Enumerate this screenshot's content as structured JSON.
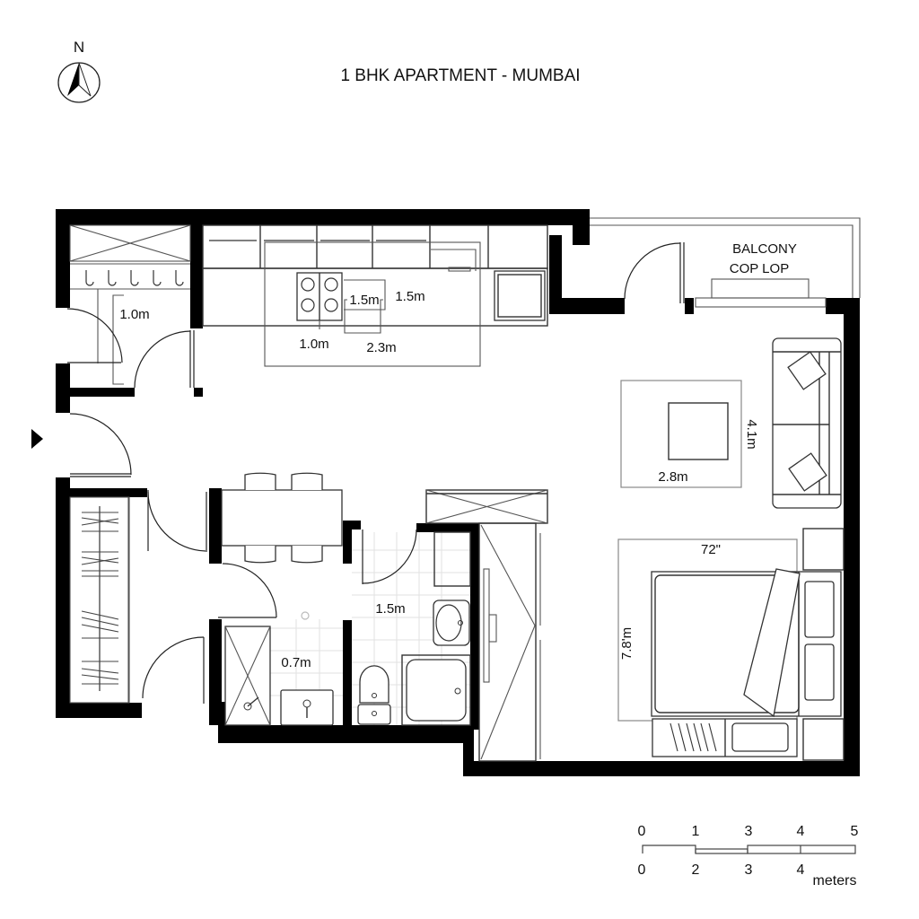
{
  "title": "1 BHK APARTMENT - MUMBAI",
  "north": {
    "label": "N",
    "icon": "north-arrow-icon"
  },
  "entrance": {
    "icon": "entrance-arrow-icon"
  },
  "rooms": {
    "balcony": {
      "label_line1": "BALCONY",
      "label_line2": "COP LOP"
    }
  },
  "dimensions": {
    "foyer_width": "1.0m",
    "kitchen_stove_w": "1.5m",
    "kitchen_stove_h": "1.5m",
    "kitchen_depth": "1.0m",
    "kitchen_length": "2.3m",
    "living_rug_w": "2.8m",
    "living_rug_h": "4.1m",
    "bath_small": "0.7m",
    "bath_large": "1.5m",
    "bed_width": "72\"",
    "bed_length": "7.8'm"
  },
  "scale_bar": {
    "top_ticks": [
      "0",
      "1",
      "3",
      "4",
      "5"
    ],
    "bottom_ticks": [
      "0",
      "2",
      "3",
      "4"
    ],
    "unit": "meters"
  },
  "colors": {
    "wall": "#000000",
    "line": "#333333",
    "background": "#ffffff"
  }
}
